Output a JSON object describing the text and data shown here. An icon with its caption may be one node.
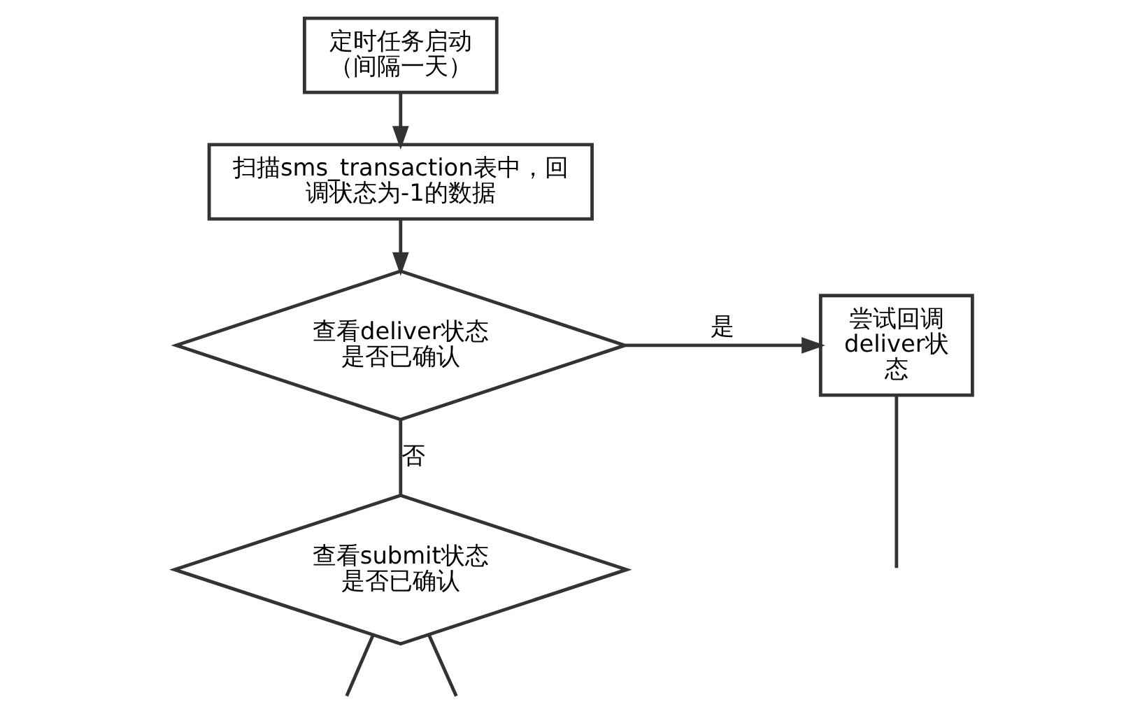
{
  "diagram": {
    "nodes": [
      {
        "text": [
          "定时任务启动（间隔一天）"
        ]
      },
      {
        "text": [
          "扫描sms_transaction表中，回调状态为-1的数据"
        ]
      },
      {
        "text": [
          "查看deliver状态是否已确认"
        ]
      },
      {
        "text": [
          "尝试回调deliver状态"
        ]
      },
      {
        "text": [
          "查看submit状态是否已确认"
        ]
      }
    ],
    "edges": [
      {
        "from": 0,
        "to": 1,
        "arrow": "to"
      },
      {
        "from": 1,
        "to": 2,
        "arrow": "to"
      },
      {
        "from": 2,
        "to": 3,
        "arrow": "to",
        "label": "是"
      },
      {
        "from": 2,
        "to": 4,
        "arrow": "none",
        "label": "否"
      },
      {
        "from": 4,
        "to": null,
        "arrow": "none"
      },
      {
        "from": 3,
        "to": null,
        "arrow": "none"
      },
      {
        "from": 4,
        "to": null,
        "arrow": "none"
      }
    ]
  }
}
